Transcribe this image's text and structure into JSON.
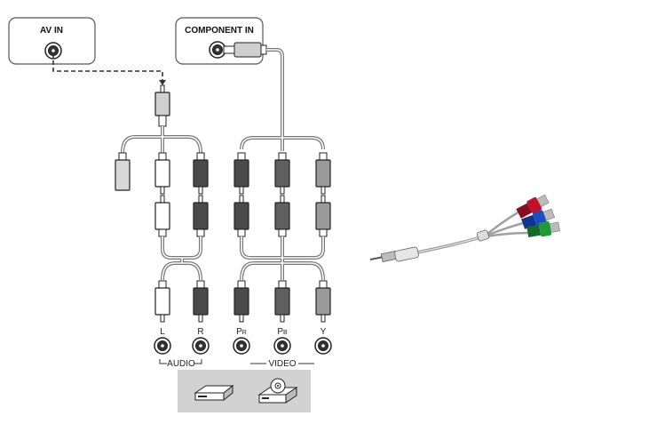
{
  "panels": {
    "av_in": "AV IN",
    "component_in": "COMPONENT IN"
  },
  "jacks": {
    "L": "L",
    "R": "R",
    "Y": "Y",
    "Pr_base": "P",
    "Pr_sub": "R",
    "Pb_base": "P",
    "Pb_sub": "B"
  },
  "groups": {
    "audio": "AUDIO",
    "video": "VIDEO"
  },
  "colors": {
    "white_plug": "#ffffff",
    "dark_plug": "#4a4a4a",
    "mid_plug": "#8a8a8a",
    "light_plug": "#cfcfcf",
    "device_panel": "#d2d2d2",
    "cable_red": "#c0102a",
    "cable_blue": "#1a4fc4",
    "cable_green": "#1f9a3a"
  },
  "icons": [
    "av-in-jack-icon",
    "component-in-jack-icon",
    "set-top-box-icon",
    "dvd-player-icon",
    "component-av-adapter-cable-icon"
  ]
}
